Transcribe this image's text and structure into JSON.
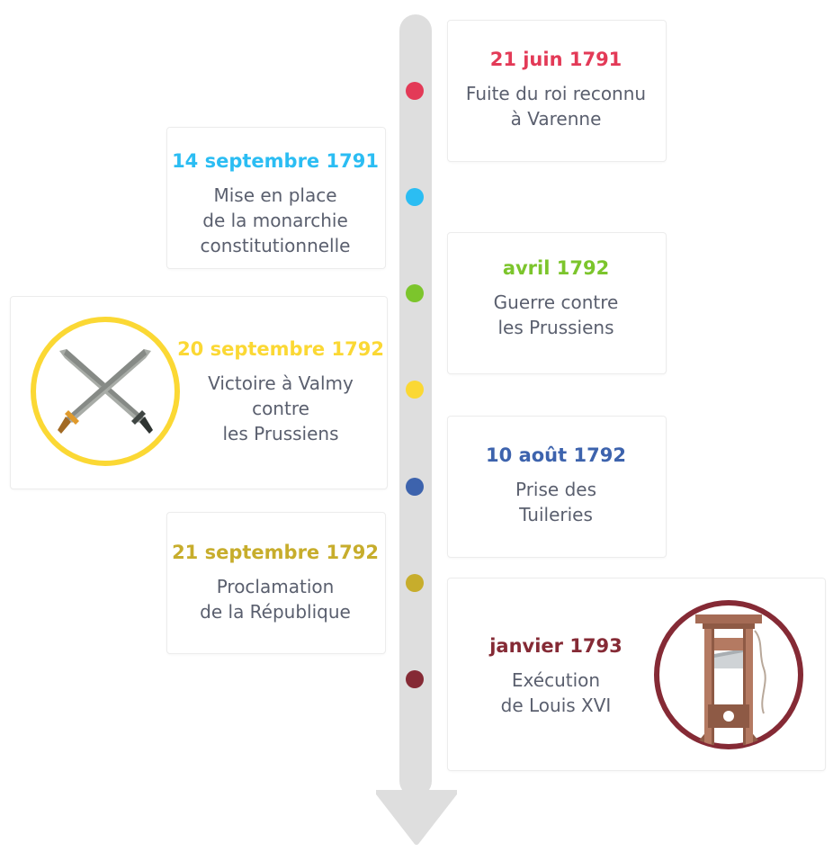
{
  "colors": {
    "axis": "#dedede",
    "description": "#5a5f6e"
  },
  "events": [
    {
      "date": "21 juin 1791",
      "color": "#e33a57",
      "lines": [
        "Fuite du roi reconnu",
        "à Varenne"
      ]
    },
    {
      "date": "14 septembre 1791",
      "color": "#2bbdf3",
      "lines": [
        "Mise en place",
        "de la monarchie",
        "constitutionnelle"
      ]
    },
    {
      "date": "avril 1792",
      "color": "#7cc52c",
      "lines": [
        "Guerre contre",
        "les Prussiens"
      ]
    },
    {
      "date": "20 septembre 1792",
      "color": "#fbd834",
      "lines": [
        "Victoire à Valmy",
        "contre",
        "les Prussiens"
      ],
      "icon": "crossed-swords-icon"
    },
    {
      "date": "10 août 1792",
      "color": "#3d63ad",
      "lines": [
        "Prise des",
        "Tuileries"
      ]
    },
    {
      "date": "21 septembre 1792",
      "color": "#c7ad2c",
      "lines": [
        "Proclamation",
        "de la République"
      ]
    },
    {
      "date": "janvier 1793",
      "color": "#852a35",
      "lines": [
        "Exécution",
        "de Louis XVI"
      ],
      "icon": "guillotine-icon"
    }
  ]
}
